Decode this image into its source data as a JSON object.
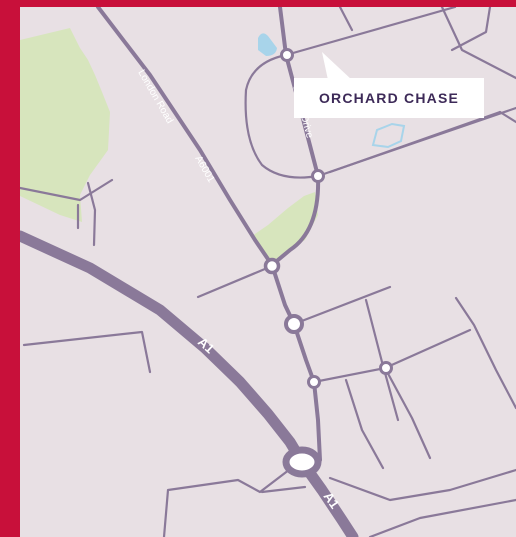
{
  "map": {
    "place_label": "ORCHARD CHASE",
    "roads": {
      "london_road": "London Road",
      "a6001": "A6001",
      "saxon_drive": "Saxon Drive",
      "a1_upper": "A1",
      "a1_lower": "A1"
    },
    "colors": {
      "frame": "#c8103a",
      "land": "#e8e0e4",
      "road": "#8a7999",
      "green_space": "#d7e5bd",
      "water": "#a8d4ea",
      "label_text": "#3d2a58"
    }
  }
}
